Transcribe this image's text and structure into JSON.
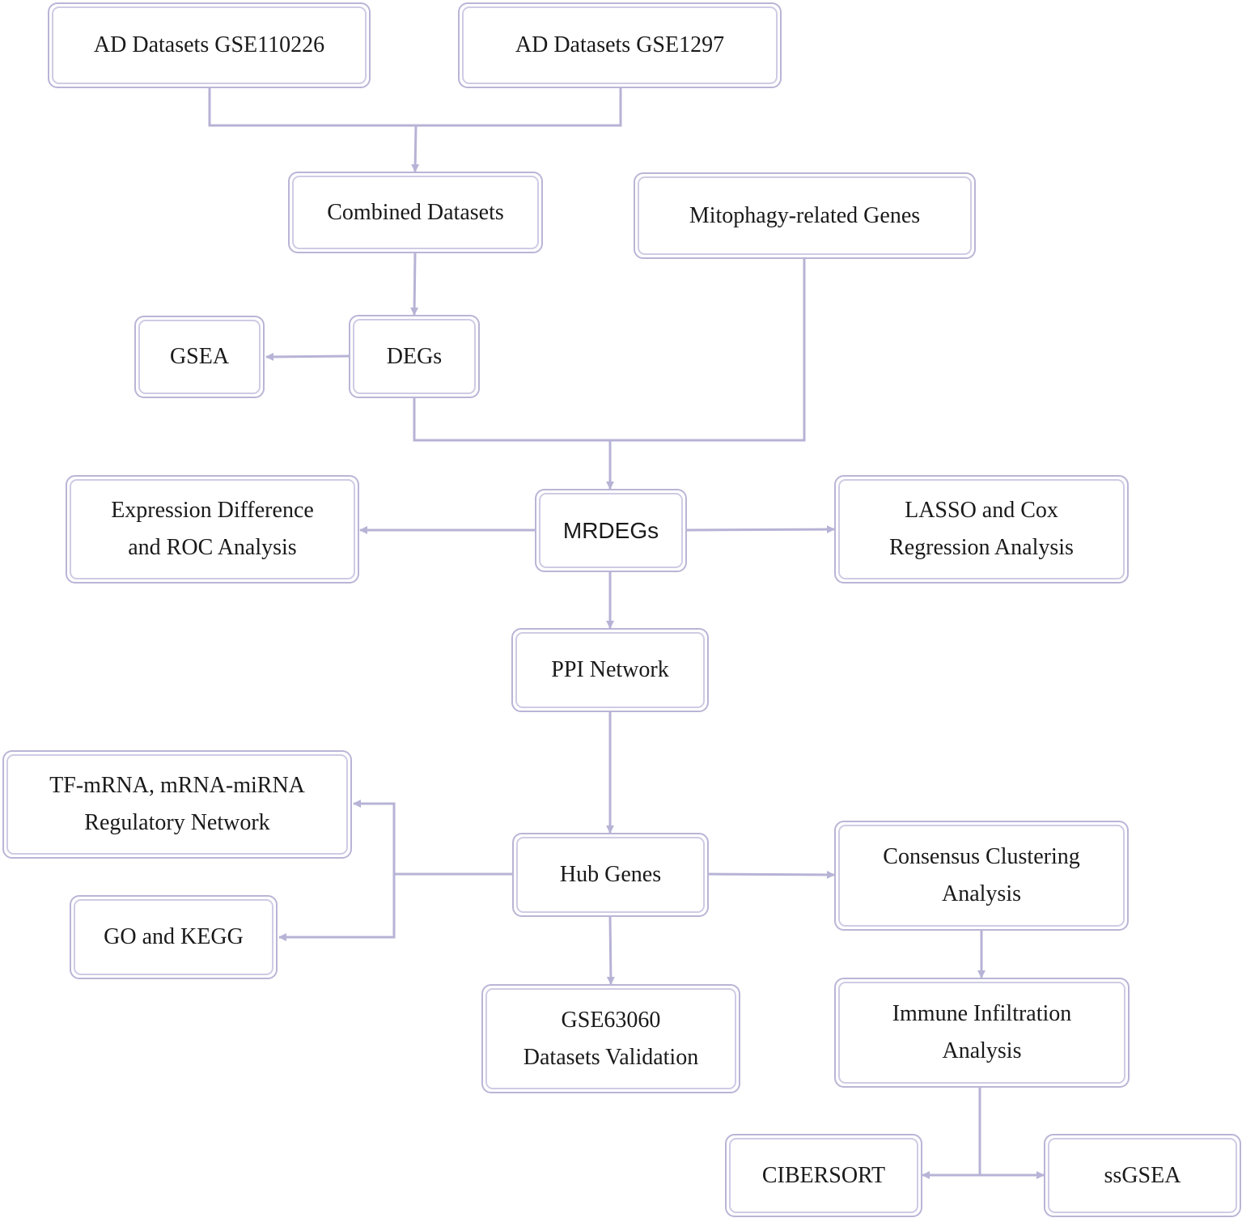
{
  "nodes": {
    "gse110226": "AD Datasets GSE110226",
    "gse1297": "AD Datasets GSE1297",
    "combined": "Combined Datasets",
    "mitophagy": "Mitophagy-related Genes",
    "gsea": "GSEA",
    "degs": "DEGs",
    "expression": "Expression Difference\nand ROC Analysis",
    "mrdegs": "MRDEGs",
    "lasso": "LASSO and Cox\nRegression Analysis",
    "ppi": "PPI Network",
    "tf": "TF-mRNA, mRNA-miRNA\nRegulatory Network",
    "hub": "Hub Genes",
    "consensus": "Consensus Clustering\nAnalysis",
    "gokegg": "GO and KEGG",
    "validation": "GSE63060\nDatasets Validation",
    "immune": "Immune Infiltration\nAnalysis",
    "cibersort": "CIBERSORT",
    "ssgsea": "ssGSEA"
  },
  "colors": {
    "line": "#b7b3d6",
    "border": "#b9b5d6",
    "text": "#1a1a1a"
  }
}
